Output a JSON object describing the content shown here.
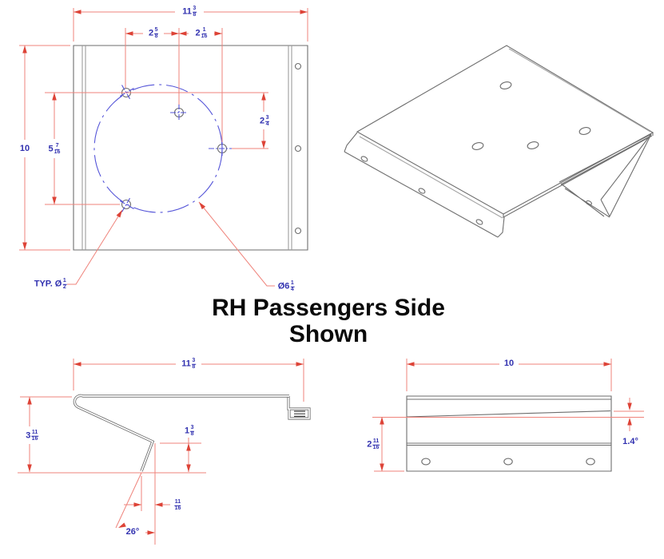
{
  "title": {
    "line1": "RH Passengers Side",
    "line2": "Shown"
  },
  "colors": {
    "dimension_line": "#ef837b",
    "dimension_arrow": "#dd4337",
    "dimension_text": "#3232b0",
    "part_line": "#6e6e6e",
    "bolt_circle_blue": "#5454d8",
    "title_text": "#0a0a0a",
    "background": "#ffffff"
  },
  "top_view": {
    "width": {
      "whole": "11",
      "num": "3",
      "den": "8"
    },
    "hole_span_left": {
      "whole": "2",
      "num": "5",
      "den": "8"
    },
    "hole_span_right": {
      "whole": "2",
      "num": "1",
      "den": "16"
    },
    "height": {
      "whole": "10"
    },
    "hole_spacing_vertical": {
      "whole": "5",
      "num": "7",
      "den": "16"
    },
    "hole_drop_right": {
      "whole": "2",
      "num": "3",
      "den": "4"
    },
    "typ_hole_diameter": {
      "prefix": "TYP. Ø",
      "num": "1",
      "den": "2"
    },
    "bolt_circle_diameter": {
      "prefix": "Ø",
      "whole": "6",
      "num": "1",
      "den": "4"
    }
  },
  "side_view": {
    "width": {
      "whole": "11",
      "num": "3",
      "den": "8"
    },
    "height": {
      "whole": "3",
      "num": "11",
      "den": "16"
    },
    "leg_height": {
      "whole": "1",
      "num": "3",
      "den": "8"
    },
    "leg_offset": {
      "num": "11",
      "den": "16"
    },
    "leg_angle": "26°"
  },
  "front_view": {
    "width": "10",
    "height": {
      "whole": "2",
      "num": "11",
      "den": "16"
    },
    "taper_angle": "1.4°"
  }
}
